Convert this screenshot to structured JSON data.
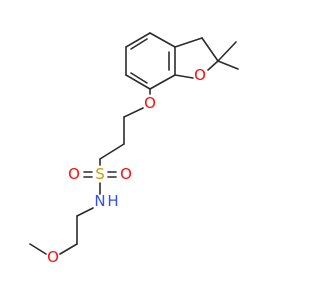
{
  "molecule": {
    "atoms": {
      "ring_o": {
        "label": "O",
        "color": "#ff0d0d"
      },
      "ether_o": {
        "label": "O",
        "color": "#ff0d0d"
      },
      "sulfur": {
        "label": "S",
        "color": "#c9a200"
      },
      "sulfonyl_o_left": {
        "label": "O",
        "color": "#ff0d0d"
      },
      "sulfonyl_o_right": {
        "label": "O",
        "color": "#ff0d0d"
      },
      "amine_n": {
        "label": "N",
        "color": "#3050f8"
      },
      "amine_h": {
        "label": "H",
        "color": "#3050f8"
      },
      "methoxy_o": {
        "label": "O",
        "color": "#ff0d0d"
      }
    },
    "bond_color": "#2b2b2b"
  }
}
